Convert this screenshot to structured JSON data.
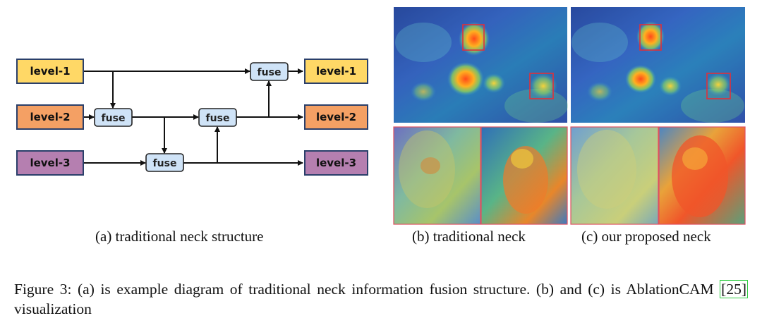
{
  "panel_a": {
    "inputs": [
      "level-1",
      "level-2",
      "level-3"
    ],
    "outputs": [
      "level-1",
      "level-2",
      "level-3"
    ],
    "fuse_label": "fuse",
    "caption": "(a) traditional neck structure"
  },
  "panel_b": {
    "caption": "(b) traditional neck"
  },
  "panel_c": {
    "caption": "(c) our proposed neck"
  },
  "figure_caption": {
    "prefix": "Figure 3: (a) is example diagram of traditional neck information fusion structure. (b) and (c) is AblationCAM ",
    "ref": "[25]",
    "suffix": " visualization"
  },
  "colors": {
    "level1": "#ffd866",
    "level2": "#f4a064",
    "level3": "#b57fb0",
    "fuse": "#cfe3f7",
    "highlight_box": "#e0303a"
  }
}
